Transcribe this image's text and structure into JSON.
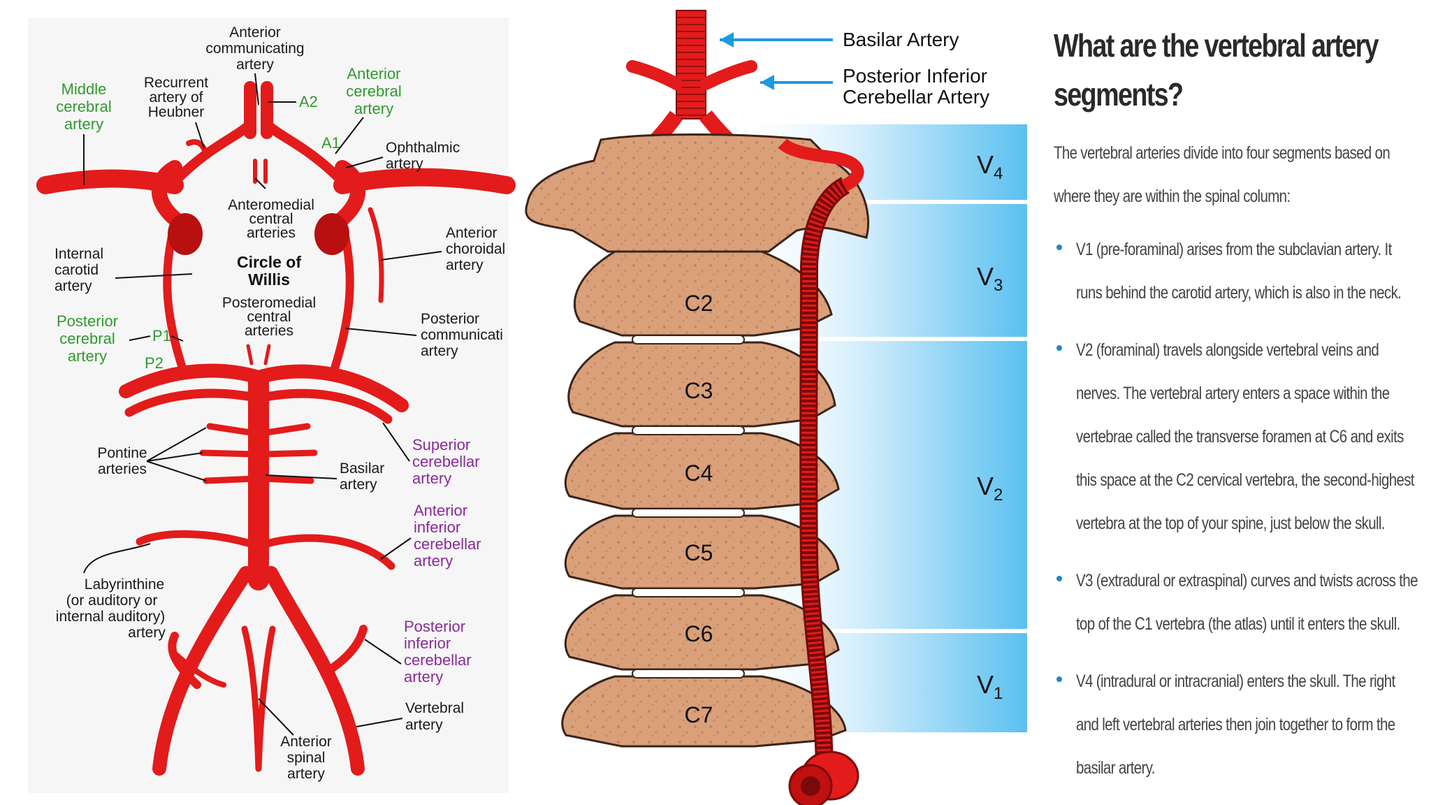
{
  "colors": {
    "artery": "#e31b1b",
    "bone": "#d9a07a",
    "bone_dark": "#a86a48",
    "panel": "#5bc0f0",
    "green_label": "#2f9a2f",
    "purple_label": "#8a2a9a",
    "bullet": "#1e88c8"
  },
  "willis": {
    "center_label": "Circle of Willis",
    "labels": {
      "anterior_communicating": "Anterior communicating artery",
      "recurrent_heubner": "Recurrent artery of Heubner",
      "middle_cerebral": "Middle cerebral artery",
      "anterior_cerebral": "Anterior cerebral artery",
      "a2": "A2",
      "a1": "A1",
      "ophthalmic": "Ophthalmic artery",
      "anteromedial": "Anteromedial central arteries",
      "internal_carotid": "Internal carotid artery",
      "anterior_choroidal": "Anterior choroidal artery",
      "posteromedial": "Posteromedial central arteries",
      "posterior_cerebral": "Posterior cerebral artery",
      "p1": "P1",
      "p2": "P2",
      "posterior_communicating": "Posterior communicati artery",
      "pontine": "Pontine arteries",
      "basilar": "Basilar artery",
      "superior_cerebellar": "Superior cerebellar artery",
      "aica": "Anterior inferior cerebellar artery",
      "labyrinthine": "Labyrinthine (or auditory or internal auditory) artery",
      "pica": "Posterior inferior cerebellar artery",
      "vertebral": "Vertebral artery",
      "anterior_spinal": "Anterior spinal artery"
    }
  },
  "spine": {
    "callouts": {
      "basilar": "Basilar Artery",
      "pica_line1": "Posterior Inferior",
      "pica_line2": "Cerebellar Artery"
    },
    "vertebrae": [
      "C2",
      "C3",
      "C4",
      "C5",
      "C6",
      "C7"
    ],
    "segments": [
      {
        "main": "V",
        "sub": "4"
      },
      {
        "main": "V",
        "sub": "3"
      },
      {
        "main": "V",
        "sub": "2"
      },
      {
        "main": "V",
        "sub": "1"
      }
    ]
  },
  "article": {
    "title": "What are the vertebral artery segments?",
    "intro": "The vertebral arteries divide into four segments based on where they are within the spinal column:",
    "bullets": [
      "V1 (pre-foraminal) arises from the subclavian artery. It runs behind the carotid artery, which is also in the neck.",
      "V2 (foraminal) travels alongside vertebral veins and nerves. The vertebral artery enters a space within the vertebrae called the transverse foramen at C6 and exits this space at the C2 cervical vertebra, the second-highest vertebra at the top of your spine, just below the skull.",
      "V3 (extradural or extraspinal) curves and twists across the top of the C1 vertebra (the atlas) until it enters the skull.",
      "V4 (intradural or intracranial) enters the skull. The right and left vertebral arteries then join together to form the basilar artery."
    ]
  }
}
